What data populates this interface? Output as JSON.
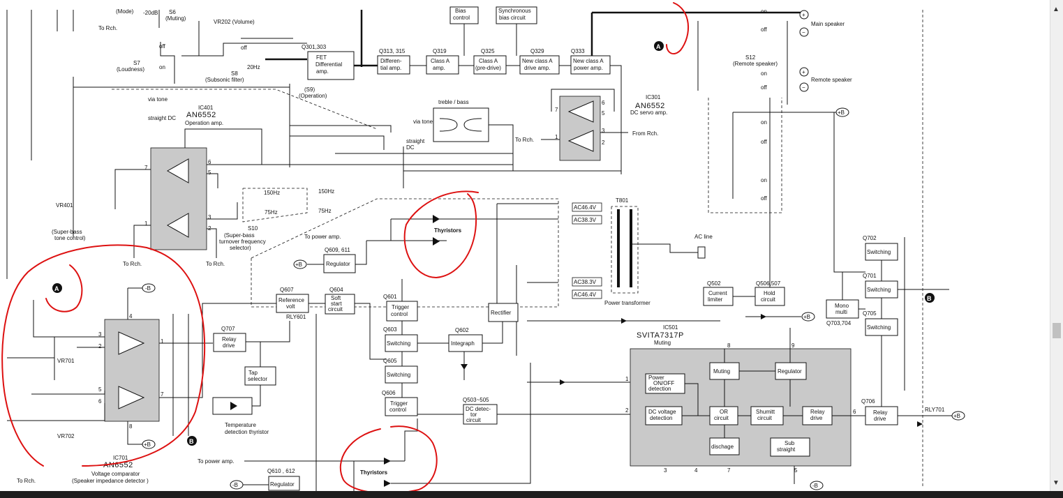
{
  "labels": {
    "mode": "(Mode)",
    "db20": "-20dB",
    "s6": "S6",
    "muting_sw": "(Muting)",
    "to_rch_top": "To Rch.",
    "vr202": "VR202 (Volume)",
    "s7": "S7",
    "loudness": "(Loudness)",
    "off": "off",
    "on": "on",
    "hz20": "20Hz",
    "s8": "S8",
    "subsonic": "(Subsonic filter)",
    "q301": "Q301,303",
    "fet_line1": "FET",
    "fet_line2": "Differential",
    "fet_line3": "amp.",
    "q313": "Q313, 315",
    "diff_line1": "Differen-",
    "diff_line2": "tial amp.",
    "q319": "Q319",
    "classa_line1": "Class A",
    "classa_line2": "amp.",
    "q325": "Q325",
    "predrive_line1": "Class A",
    "predrive_line2": "(pre-drive)",
    "bias_line1": "Bias",
    "bias_line2": "control",
    "sync_line1": "Synchronous",
    "sync_line2": "bias circuit",
    "q329": "Q329",
    "newdrive_line1": "New class A",
    "newdrive_line2": "drive amp.",
    "q333": "Q333",
    "newpower_line1": "New class A",
    "newpower_line2": "power amp.",
    "s9": "(S9)",
    "operation": "(Operation)",
    "ic401": "IC401",
    "an6552_a": "AN6552",
    "operation_amp": "Operation amp.",
    "via_tone": "via tone",
    "straight_dc": "straight DC",
    "treble_bass": "treble / bass",
    "via_tone2": "via tone",
    "straight2": "straight",
    "dc2": "DC",
    "ic301": "IC301",
    "an6552_b": "AN6552",
    "dc_servo": "DC servo amp.",
    "to_rch_mid": "To Rch.",
    "from_rch": "From Rch.",
    "main_speaker": "Main speaker",
    "s12": "S12",
    "remote_sw": "(Remote speaker)",
    "remote_speaker": "Remote speaker",
    "plus_b": "+B",
    "hz150": "150Hz",
    "hz75": "75Hz",
    "hz150b": "150Hz",
    "hz75b": "75Hz",
    "vr401": "VR401",
    "superbass_tone1": "(Super-bass",
    "superbass_tone2": "tone control)",
    "s10": "S10",
    "sbturn1": "(Super-bass",
    "sbturn2": "turnover frequency",
    "sbturn3": "selector)",
    "to_rch_l1": "To Rch.",
    "to_rch_l2": "To Rch.",
    "to_power_amp1": "To power amp.",
    "q609": "Q609, 611",
    "regulator1": "Regulator",
    "thyristors1": "Thyristors",
    "ac464a": "AC46.4V",
    "ac383a": "AC38.3V",
    "ac383b": "AC38.3V",
    "ac464b": "AC46.4V",
    "t801": "T801",
    "power_transformer": "Power transformer",
    "ac_line": "AC line",
    "q607": "Q607",
    "refvolt_line1": "Reference",
    "refvolt_line2": "volt",
    "q604": "Q604",
    "softstart_line1": "Soft",
    "softstart_line2": "start",
    "softstart_line3": "circuit",
    "q601": "Q601",
    "trigger_line1": "Trigger",
    "trigger_line2": "control",
    "q603": "Q603",
    "switching": "Switching",
    "q605": "Q605",
    "q606": "Q606",
    "trigger2_line1": "Trigger",
    "trigger2_line2": "control",
    "q602": "Q602",
    "integraph": "Integraph",
    "rectifier": "Rectifier",
    "q707": "Q707",
    "relaydrive_line1": "Relay",
    "relaydrive_line2": "drive",
    "rly601": "RLY601",
    "tap_line1": "Tap",
    "tap_line2": "selector",
    "temp_line1": "Temperature",
    "temp_line2": "detection thyristor",
    "vr701": "VR701",
    "vr702": "VR702",
    "ic701": "IC701",
    "an6552_c": "AN6552",
    "volt_comp": "Voltage comparator",
    "speaker_imp": "(Speaker impedance detector )",
    "to_rch_bottom": "To Rch.",
    "to_power_amp2": "To power amp.",
    "q610": "Q610 , 612",
    "regulator2": "Regulator",
    "thyristors2": "Thyristors",
    "minus_b": "-B",
    "q503": "Q503~505",
    "dcdet_line1": "DC detec-",
    "dcdet_line2": "tor",
    "dcdet_line3": "circuit",
    "q502": "Q502",
    "curlim_line1": "Current",
    "curlim_line2": "limiter",
    "q506": "Q506,507",
    "hold_line1": "Hold",
    "hold_line2": "circuit",
    "ic501": "IC501",
    "svita": "SVITA7317P",
    "muting_label": "Muting",
    "power_onoff1": "Power",
    "power_onoff2": "ON/OFF",
    "power_onoff3": "detection",
    "muting_box": "Muting",
    "regulator3": "Regulator",
    "dcvolt1": "DC voltage",
    "dcvolt2": "detection",
    "or1": "OR",
    "or2": "circuit",
    "shumitt1": "Shumitt",
    "shumitt2": "circuit",
    "relay3_1": "Relay",
    "relay3_2": "drive",
    "dischage": "dischage",
    "sub1": "Sub",
    "sub2": "straight",
    "q702": "Q702",
    "q701": "Q701",
    "mono1": "Mono",
    "mono2": "multi",
    "q703": "Q703,704",
    "q705": "Q705",
    "q706": "Q706",
    "relay4_1": "Relay",
    "relay4_2": "drive",
    "rly701": "RLY701",
    "marker_a": "A",
    "marker_b": "B",
    "pin_1": "1",
    "pin_2": "2",
    "pin_3": "3",
    "pin_4": "4",
    "pin_5": "5",
    "pin_6": "6",
    "pin_7": "7",
    "pin_8": "8",
    "pin_9": "9"
  },
  "colors": {
    "annotation": "#d11111",
    "ic_fill": "#c9c9c9",
    "line": "#111111"
  },
  "scrollbar": {
    "up": "▲",
    "down": "▼"
  }
}
